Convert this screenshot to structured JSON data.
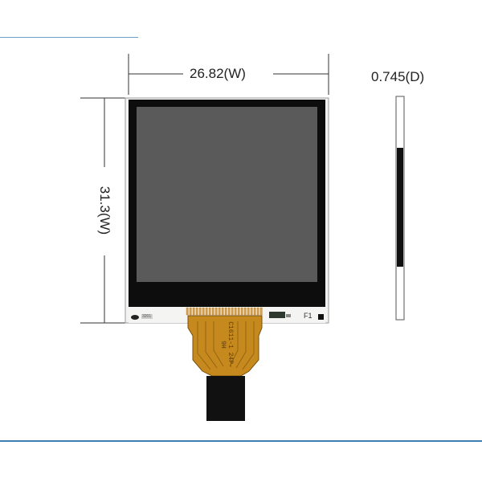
{
  "dimensions": {
    "width_label": "26.82(W)",
    "height_label": "31.3(W)",
    "depth_label": "0.745(D)"
  },
  "board_text": {
    "flex_marking": "C1611-1 24P-9H",
    "panel_id": "F1",
    "corner_code": "3201"
  },
  "colors": {
    "accent_line": "#3d7fb3",
    "screen": "#5a5a5a",
    "bezel": "#0d0d0d",
    "flex_cable": "#c5891e",
    "connector": "#111111"
  }
}
